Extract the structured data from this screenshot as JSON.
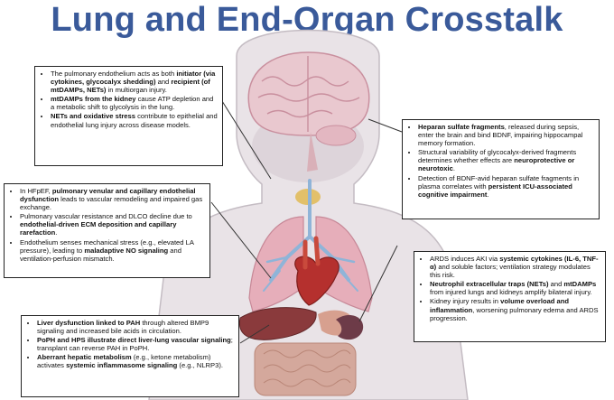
{
  "title": "Lung and End-Organ Crosstalk",
  "boxes": {
    "endothelium": [
      [
        "The pulmonary endothelium acts as both ",
        "initiator (via cytokines, glycocalyx shedding)",
        " and ",
        "recipient (of mtDAMPs, NETs)",
        " in multiorgan injury."
      ],
      [
        "",
        "mtDAMPs from the kidney",
        " cause ATP depletion and a metabolic shift to glycolysis in the lung."
      ],
      [
        "",
        "NETs and oxidative stress",
        " contribute to epithelial and endothelial lung injury across disease models."
      ]
    ],
    "heparan": [
      [
        "",
        "Heparan sulfate fragments",
        ", released during sepsis, enter the brain and bind BDNF, impairing hippocampal memory formation."
      ],
      [
        "Structural variability of glycocalyx-derived fragments determines whether effects are ",
        "neuroprotective or neurotoxic",
        "."
      ],
      [
        "Detection of BDNF-avid heparan sulfate fragments in plasma correlates with ",
        "persistent ICU-associated cognitive impairment",
        "."
      ]
    ],
    "hfpef": [
      [
        "In HFpEF, ",
        "pulmonary venular and capillary endothelial dysfunction",
        " leads to vascular remodeling and impaired gas exchange."
      ],
      [
        "Pulmonary vascular resistance and DLCO decline due to ",
        "endothelial-driven ECM deposition and capillary rarefaction",
        "."
      ],
      [
        "Endothelium senses mechanical stress (e.g., elevated LA pressure), leading to ",
        "maladaptive NO signaling",
        " and ventilation-perfusion mismatch."
      ]
    ],
    "ards": [
      [
        "ARDS induces AKI via ",
        "systemic cytokines (IL-6, TNF-α)",
        " and soluble factors; ventilation strategy modulates this risk."
      ],
      [
        "",
        "Neutrophil extracellular traps (NETs)",
        " and ",
        "mtDAMPs",
        " from injured lungs and kidneys amplify bilateral injury."
      ],
      [
        "Kidney injury results in ",
        "volume overload and inflammation",
        ", worsening pulmonary edema and ARDS progression."
      ]
    ],
    "liver": [
      [
        "",
        "Liver dysfunction linked to PAH",
        " through altered BMP9 signaling and increased bile acids in circulation."
      ],
      [
        "",
        "PoPH and HPS illustrate direct liver-lung vascular signaling",
        "; transplant can reverse PAH in PoPH."
      ],
      [
        "",
        "Aberrant hepatic metabolism",
        " (e.g., ketone metabolism) activates ",
        "systemic inflammasome signaling",
        " (e.g., NLRP3)."
      ]
    ]
  },
  "colors": {
    "title": "#3a5a9a",
    "skin": "#e9e3e7",
    "brain": "#e9c8cf",
    "lung": "#e6aeba",
    "airway": "#a5c6e2",
    "heart": "#b5302e",
    "liver": "#8a3a3c",
    "kidney": "#6d3b48",
    "intestine": "#d4a89c"
  }
}
